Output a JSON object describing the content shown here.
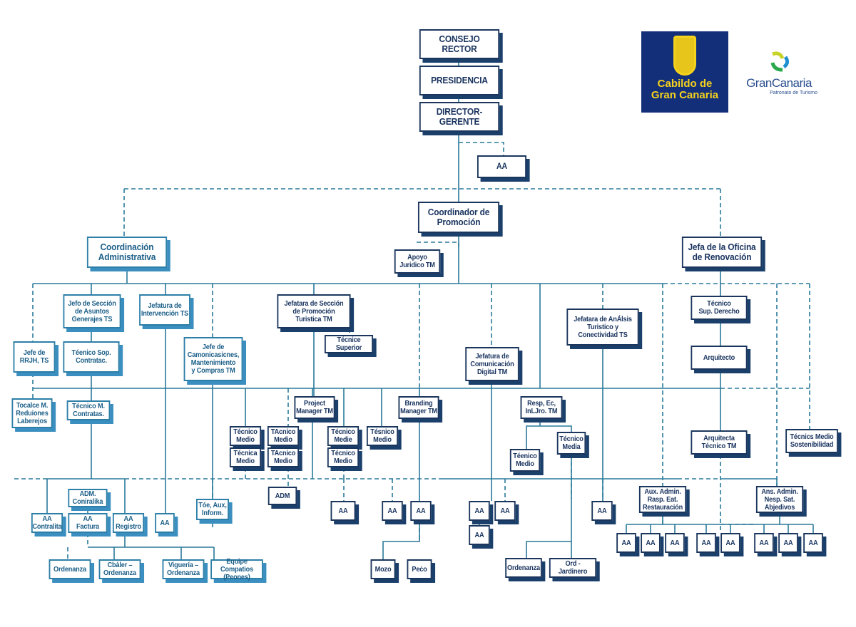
{
  "logos": {
    "cabildo": "Cabildo de\nGran Canaria",
    "grancanaria": "GranCanaria",
    "patronato": "Patronato de Turismo"
  },
  "colors": {
    "navy": "#1b365d",
    "blue": "#2d7fa8",
    "line": "#2a7a9a"
  },
  "nodes": {
    "consejo": "CONSEJO RECTOR",
    "presidencia": "PRESIDENCIA",
    "director": "DIRECTOR-GERENTE",
    "aa_dir": "AA",
    "coordinador": "Coordinador de\nPromoción",
    "coord_admin": "Coordinación\nAdministrativa",
    "jefa_renov": "Jefa de la Oficina\nde Renovación",
    "apoyo": "Apoyo\nJuridico TM",
    "jefo_seccion": "Jefo de Sección\nde Asuntos\nGenerajes TS",
    "jefatura_interv": "Jefatura de\nIntervención TS",
    "jefe_rrjh": "Jefe de\nRRJH, TS",
    "tecnico_sop": "Téenico Sop.\nContratac.",
    "jefe_camon": "Jefe de\nCamonicasicnes,\nMantenimiento\ny Compras TM",
    "jefatara_promo": "Jefatara de Sección\nde Promoción\nTuristica TM",
    "tecnice_superior": "Técnice Superior",
    "jefatura_comun": "Jefatura de\nComunicación\nDigital TM",
    "jefatara_analisis": "Jefatara de AnÁlsis\nTuristico y\nConectividad TS",
    "tecnico_sup_derecho": "Técnico\nSup. Derecho",
    "arquitecto": "Arquitecto",
    "tocalce": "Tocalce M.\nReduiones\nLaberejos",
    "tecnico_m_contratas": "Técnico M.\nContratas.",
    "tecnico_medio_a": "Técnico\nMedio",
    "tecnica_medio": "Técnica\nMedio",
    "tacnico_a": "TAcnico\nMedio",
    "tacnico_b": "TAcnico\nMedio",
    "project_manager": "Project\nManager TM",
    "tecnico_medie": "Técnico\nMedie",
    "tecnico_medio_b": "Técnico\nMedio",
    "tesnico_medio": "Tésnico\nMedio",
    "branding": "Branding\nManager TM",
    "resp_ec": "Resp, Ec,\nInLJro. TM",
    "tecnico_media": "Técnico\nMedia",
    "teenico_medio": "Téenico\nMedio",
    "arquitecta": "Arquitecta\nTécnico TM",
    "tecnics_sost": "Técnics Medio\nSostenibilidad",
    "adm": "ADM",
    "tee_aux": "Tóe, Aux,\nInform.",
    "adm_coniralika": "ADM.\nConiralika",
    "aa_contralita": "AA\nContralita",
    "aa_factura": "AA\nFactura",
    "aa_registro": "AA\nRegistro",
    "aux_admin": "Aux. Admin.\nRasp. Eat.\nRestauración",
    "ans_admin": "Ans. Admin.\nNesp. Sat.\nAbjedivos",
    "ordenanza": "Ordenanza",
    "cbaler": "Cbàler –\nOrdenanza",
    "vigueria": "Viguería –\nOrdenanza",
    "equipe": "Equipe Compatios\n(Peones)",
    "mozo": "Mozo",
    "peco": "Peċo",
    "ordenanza2": "Ordenanza",
    "ord_jardinero": "Ord - Jardinero",
    "aa": "AA"
  }
}
